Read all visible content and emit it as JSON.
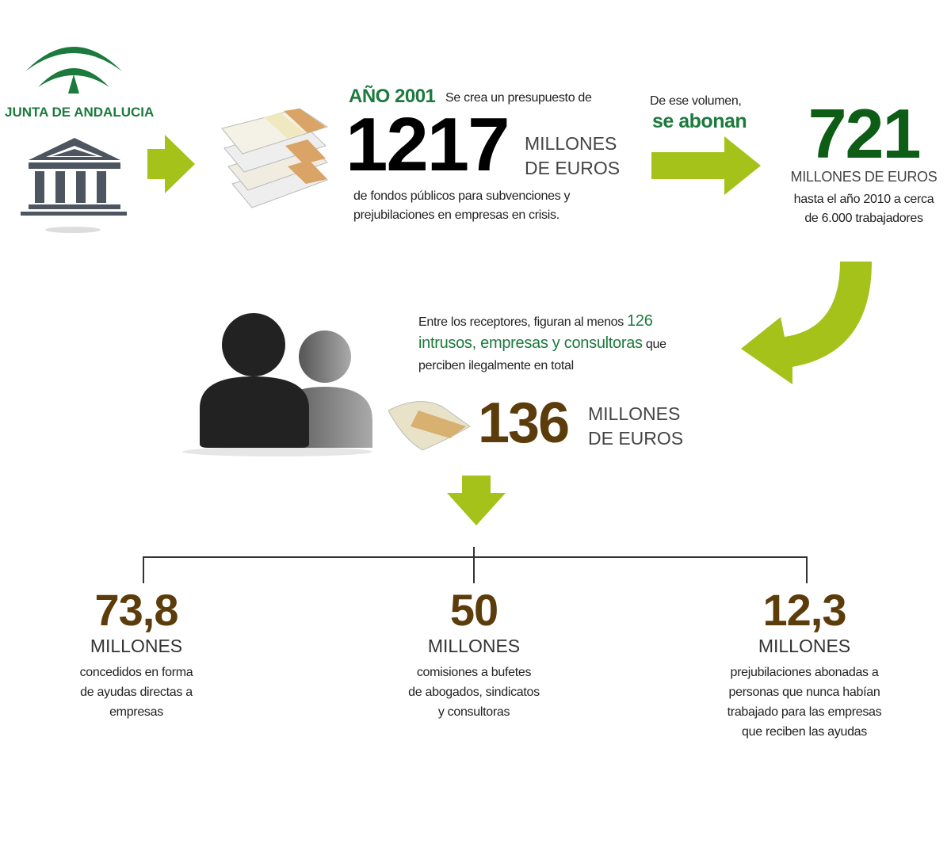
{
  "logo": {
    "text": "JUNTA DE ANDALUCIA",
    "color": "#1b7a3c"
  },
  "icons": {
    "building": "government-building-icon",
    "money": "euro-banknotes-icon",
    "people": "people-icon",
    "arrow": "arrow-icon"
  },
  "colors": {
    "arrow": "#a5c21b",
    "green": "#1b7a3c",
    "dark_green": "#0e5d17",
    "brown": "#5c3c0b"
  },
  "budget": {
    "year": "AÑO 2001",
    "intro": "Se crea un presupuesto de",
    "amount": "1217",
    "unit_line1": "MILLONES",
    "unit_line2": "DE EUROS",
    "desc_line1": "de fondos públicos para subvenciones y",
    "desc_line2": "prejubilaciones en empresas en crisis."
  },
  "paid": {
    "intro_line1": "De ese volumen,",
    "intro_line2": "se abonan",
    "amount": "721",
    "unit": "MILLONES DE EUROS",
    "desc_line1": "hasta el año 2010 a cerca",
    "desc_line2": "de 6.000 trabajadores"
  },
  "illegal": {
    "text_a": "Entre los receptores, figuran al menos ",
    "text_b": "126",
    "text_c": "intrusos, empresas y consultoras",
    "text_d": " que",
    "text_e": "perciben ilegalmente en total",
    "amount": "136",
    "unit_line1": "MILLONES",
    "unit_line2": "DE EUROS"
  },
  "breakdown": [
    {
      "amount": "73,8",
      "unit": "MILLONES",
      "desc": [
        "concedidos en forma",
        "de ayudas directas a",
        "empresas"
      ]
    },
    {
      "amount": "50",
      "unit": "MILLONES",
      "desc": [
        "comisiones a bufetes",
        "de abogados, sindicatos",
        "y consultoras"
      ]
    },
    {
      "amount": "12,3",
      "unit": "MILLONES",
      "desc": [
        "prejubilaciones abonadas a",
        "personas que nunca habían",
        "trabajado para las empresas",
        "que reciben las ayudas"
      ]
    }
  ]
}
